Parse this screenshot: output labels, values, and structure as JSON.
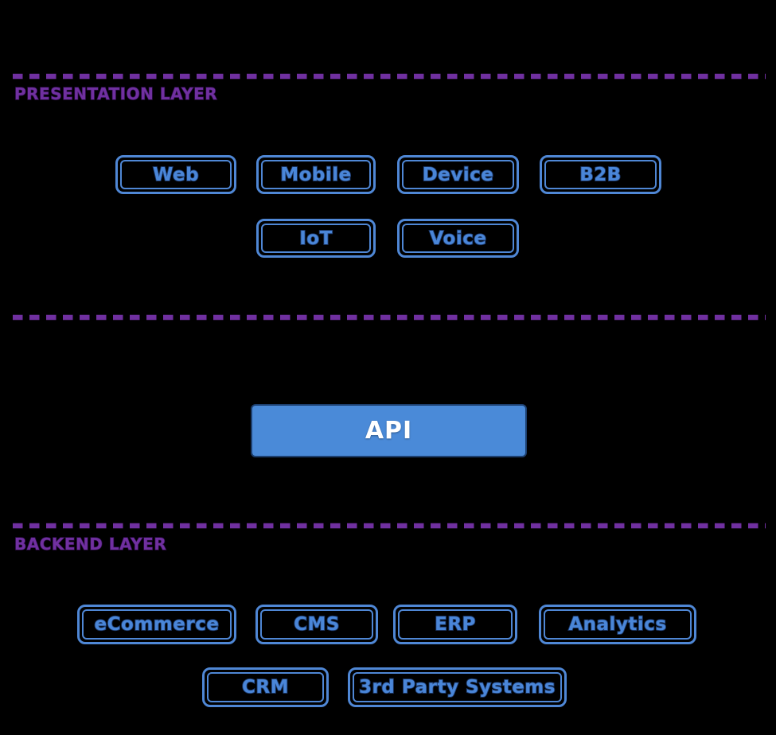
{
  "colors": {
    "background": "#000000",
    "divider_purple": "#7030A0",
    "label_purple": "#7030A0",
    "label_outline": "#2d0d49",
    "box_border_blue": "#4f87d5",
    "box_text_blue": "#4a86d8",
    "box_text_outline": "#1d3a6b",
    "api_fill": "#4a8ad8",
    "api_border": "#1d3f6e",
    "api_text": "#ffffff"
  },
  "presentation": {
    "label": "PRESENTATION LAYER",
    "row1": [
      "Web",
      "Mobile",
      "Device",
      "B2B"
    ],
    "row2": [
      "IoT",
      "Voice"
    ]
  },
  "api": {
    "label": "API"
  },
  "backend": {
    "label": "BACKEND LAYER",
    "row1": [
      "eCommerce",
      "CMS",
      "ERP",
      "Analytics"
    ],
    "row2": [
      "CRM",
      "3rd Party Systems"
    ]
  }
}
